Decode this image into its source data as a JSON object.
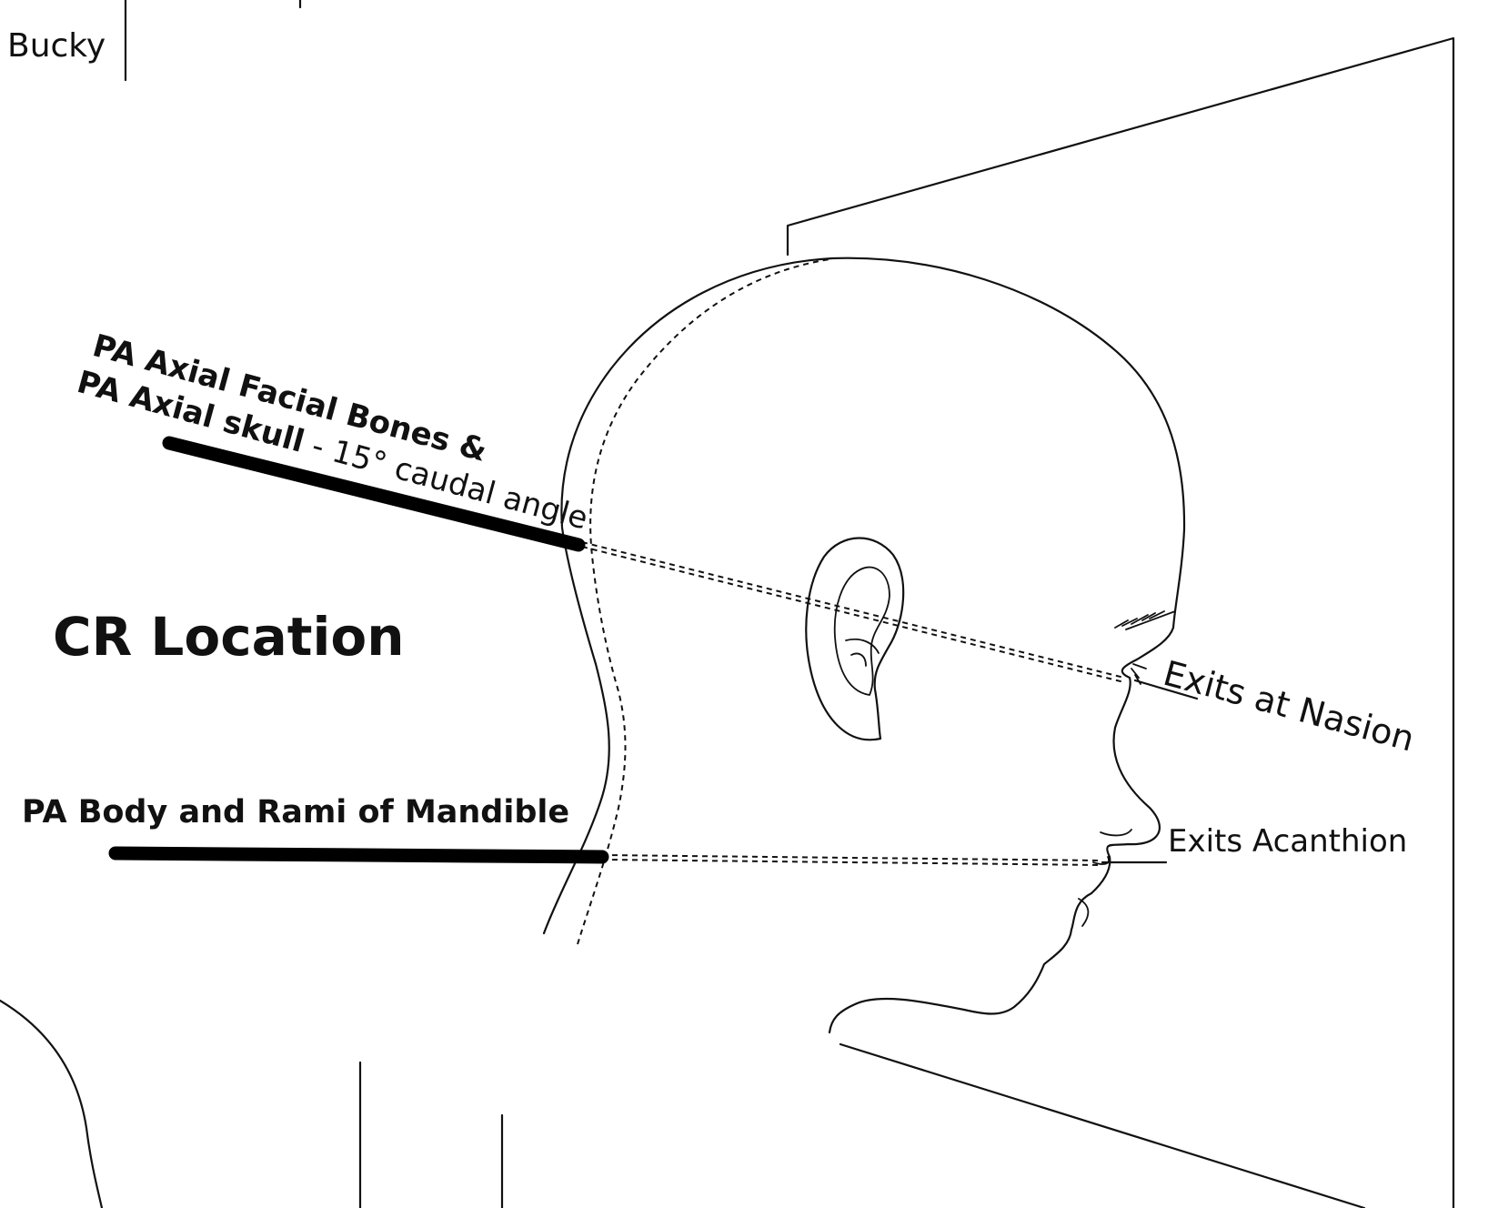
{
  "labels": {
    "bucky": "Bucky",
    "cr_location": "CR Location",
    "axial_line1": "PA  Axial Facial Bones &",
    "axial_line2_bold": "PA Axial skull",
    "axial_line2_rest": " - 15° caudal angle",
    "mandible": "PA  Body and Rami of Mandible",
    "exits_nasion": "Exits at Nasion",
    "exits_acanthion": "Exits Acanthion"
  },
  "angle_degrees": 15,
  "colors": {
    "ink": "#111111",
    "background": "#ffffff"
  }
}
